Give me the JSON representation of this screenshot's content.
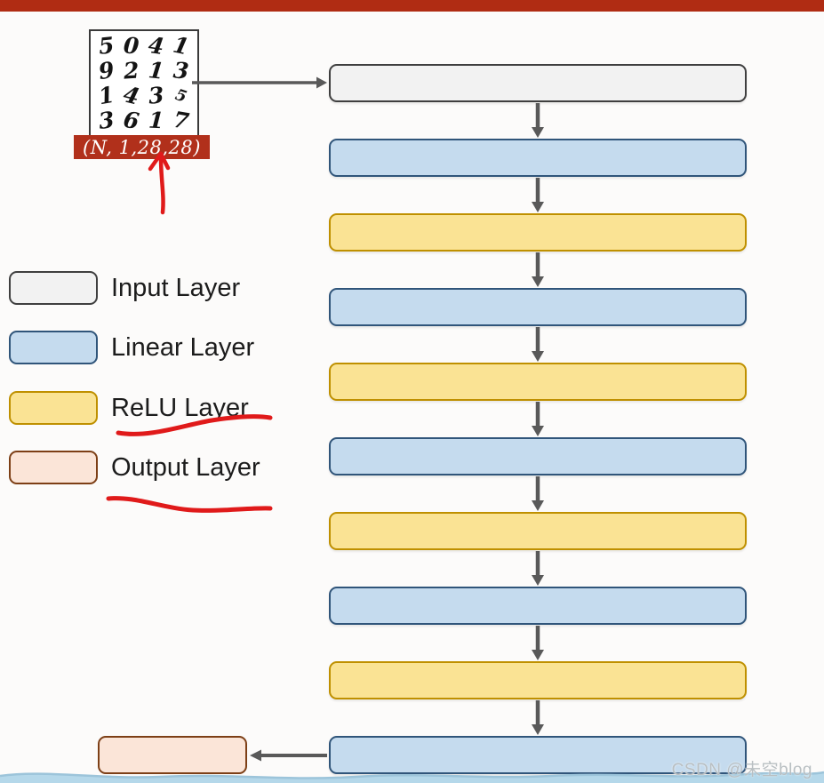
{
  "colors": {
    "top_bar": "#b02c13",
    "arrow": "#595959",
    "ink": "#e01a1a",
    "wave": "#b5d8ea",
    "wave_edge": "#9cc4da",
    "background": "#fcfbfa"
  },
  "palette": {
    "input": {
      "fill": "#f2f2f2",
      "border": "#3f3f3f"
    },
    "linear": {
      "fill": "#c5dbee",
      "border": "#30557a"
    },
    "relu": {
      "fill": "#fae394",
      "border": "#bf9000"
    },
    "output": {
      "fill": "#fbe5d8",
      "border": "#7d3f16"
    }
  },
  "mnist": {
    "digits": [
      [
        "5",
        "0",
        "4",
        "1"
      ],
      [
        "9",
        "2",
        "1",
        "3"
      ],
      [
        "1",
        "4",
        "3",
        "5"
      ],
      [
        "3",
        "6",
        "1",
        "7"
      ]
    ],
    "shape_label": "(N, 1,28,28)",
    "label_bg": "#b1301b"
  },
  "legend": {
    "items": [
      {
        "key": "input",
        "label": "Input Layer"
      },
      {
        "key": "linear",
        "label": "Linear Layer"
      },
      {
        "key": "relu",
        "label": "ReLU Layer"
      },
      {
        "key": "output",
        "label": "Output Layer"
      }
    ]
  },
  "flow": {
    "sequence": [
      "input",
      "linear",
      "relu",
      "linear",
      "relu",
      "linear",
      "relu",
      "linear",
      "relu",
      "linear"
    ],
    "output_key": "output"
  },
  "watermark": "CSDN @未空blog"
}
